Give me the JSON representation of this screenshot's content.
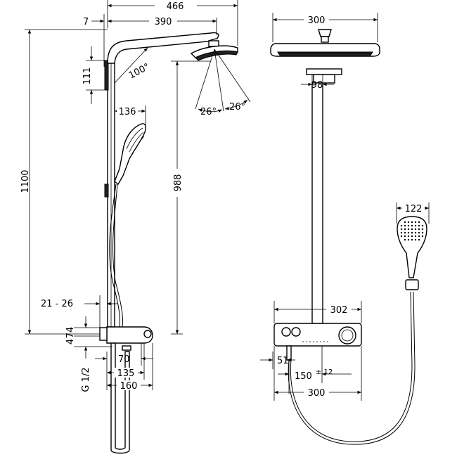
{
  "dimensions": {
    "d466": "466",
    "d7": "7",
    "d390": "390",
    "d111": "111",
    "d100deg": "100°",
    "d26a": "26°",
    "d26b": "26°",
    "d136": "136",
    "d1100": "1100",
    "d988": "988",
    "d21_26": "21 - 26",
    "d74": "74",
    "d4": "4",
    "d70": "70",
    "d135": "135",
    "d160": "160",
    "g12": "G 1/2",
    "d300top": "300",
    "d98": "98",
    "d122": "122",
    "d302": "302",
    "d51": "51",
    "d150": "150",
    "d150tol": "± 12",
    "d300bottom": "300"
  }
}
